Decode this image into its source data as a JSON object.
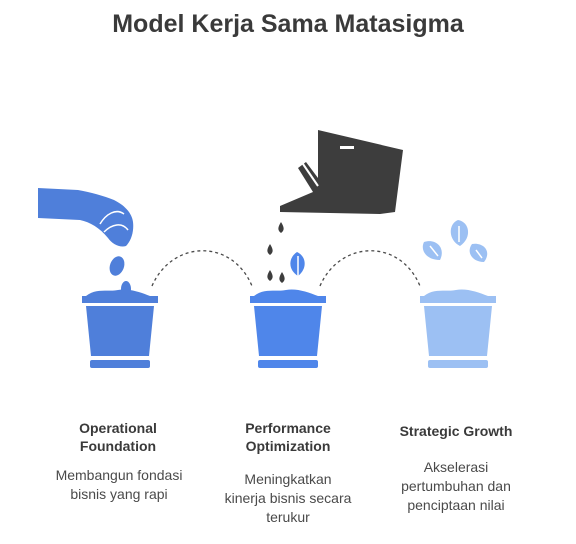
{
  "title": "Model Kerja Sama Matasigma",
  "stages": [
    {
      "title_line1": "Operational",
      "title_line2": "Foundation",
      "desc_line1": "Membangun fondasi",
      "desc_line2": "bisnis yang rapi",
      "desc_line3": "",
      "color": "#4f7fda"
    },
    {
      "title_line1": "Performance",
      "title_line2": "Optimization",
      "desc_line1": "Meningkatkan",
      "desc_line2": "kinerja bisnis secara",
      "desc_line3": "terukur",
      "color": "#4f86ea"
    },
    {
      "title_line1": "Strategic Growth",
      "title_line2": "",
      "desc_line1": "Akselerasi",
      "desc_line2": "pertumbuhan dan",
      "desc_line3": "penciptaan nilai",
      "color": "#9cc0f3"
    }
  ],
  "icons": [
    "hand-icon",
    "seed-icon",
    "watering-can-icon",
    "water-drop-icon",
    "sprout-icon",
    "leaf-icon",
    "pot-icon",
    "dashed-arrow"
  ],
  "colors": {
    "ink": "#3a3a3a",
    "can": "#3d3d3d"
  }
}
